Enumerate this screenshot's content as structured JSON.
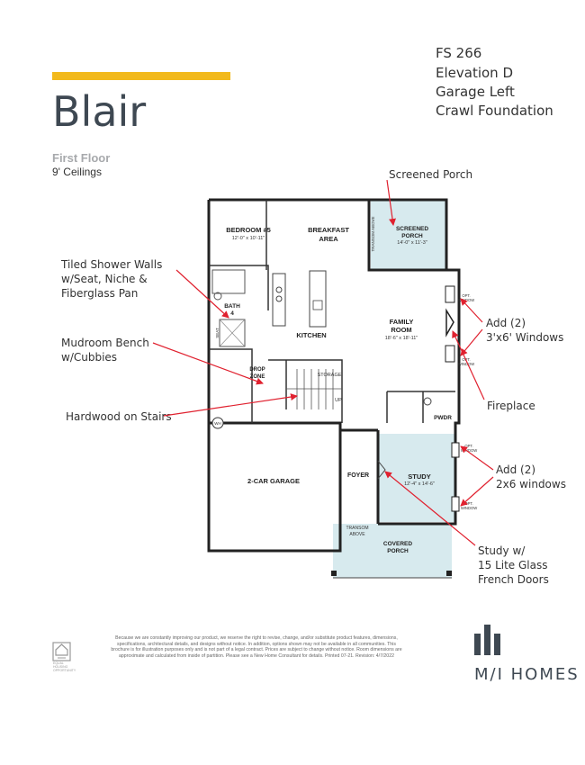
{
  "plan": {
    "name": "Blair",
    "specs": [
      "FS 266",
      "Elevation D",
      "Garage Left",
      "Crawl Foundation"
    ],
    "floor": "First Floor",
    "ceilings": "9' Ceilings"
  },
  "callouts": {
    "screened_porch": "Screened Porch",
    "shower": [
      "Tiled Shower Walls",
      "w/Seat, Niche &",
      "Fiberglass Pan"
    ],
    "mudroom": [
      "Mudroom Bench",
      "w/Cubbies"
    ],
    "stairs": "Hardwood on  Stairs",
    "family_windows": [
      "Add (2)",
      "3'x6' Windows"
    ],
    "fireplace": "Fireplace",
    "study_windows": [
      "Add (2)",
      "2x6 windows"
    ],
    "study_doors": [
      "Study w/",
      "15 Lite Glass",
      "French Doors"
    ]
  },
  "rooms": {
    "bedroom": {
      "name": "BEDROOM #5",
      "dims": "12'-0\" x 10'-11\""
    },
    "breakfast": {
      "name": [
        "BREAKFAST",
        "AREA"
      ]
    },
    "screened_porch": {
      "name": [
        "SCREENED",
        "PORCH"
      ],
      "dims": "14'-0\" x 11'-3\""
    },
    "transom_above": "TRANSOM ABOVE",
    "bath": {
      "name": [
        "BATH",
        "4"
      ]
    },
    "seat": "SEAT",
    "kitchen": "KITCHEN",
    "family": {
      "name": [
        "FAMILY",
        "ROOM"
      ],
      "dims": "18'-6\" x 18'-11\""
    },
    "opt_window": [
      "OPT.",
      "WINDOW"
    ],
    "drop_zone": [
      "DROP",
      "ZONE"
    ],
    "storage": "STORAGE",
    "up": "UP",
    "pwdr": "PWDR",
    "wh": "WH",
    "garage": "2-CAR GARAGE",
    "foyer": "FOYER",
    "study": {
      "name": "STUDY",
      "dims": "12'-4\" x 14'-6\""
    },
    "transom": [
      "TRANSOM",
      "ABOVE"
    ],
    "covered_porch": [
      "COVERED",
      "PORCH"
    ]
  },
  "footer": {
    "disclaimer": "Because we are constantly improving our product, we reserve the right to revise, change, and/or substitute product features, dimensions, specifications, architectural details, and designs without notice. In addition, options shown may not be available in all communities. This brochure is for illustration purposes only and is not part of a legal contract. Prices are subject to change without notice. Room dimensions are approximate and calculated from inside of partition. Please see a New Home Consultant for details. Printed 07-21. Revision: 4/7/2022",
    "brand": "M/I HOMES",
    "equal_housing": "EQUAL HOUSING OPPORTUNITY"
  },
  "colors": {
    "accent": "#f2b91c",
    "porch_fill": "#d7eaee",
    "title": "#3e4852",
    "callout_arrow": "#e0212f"
  }
}
